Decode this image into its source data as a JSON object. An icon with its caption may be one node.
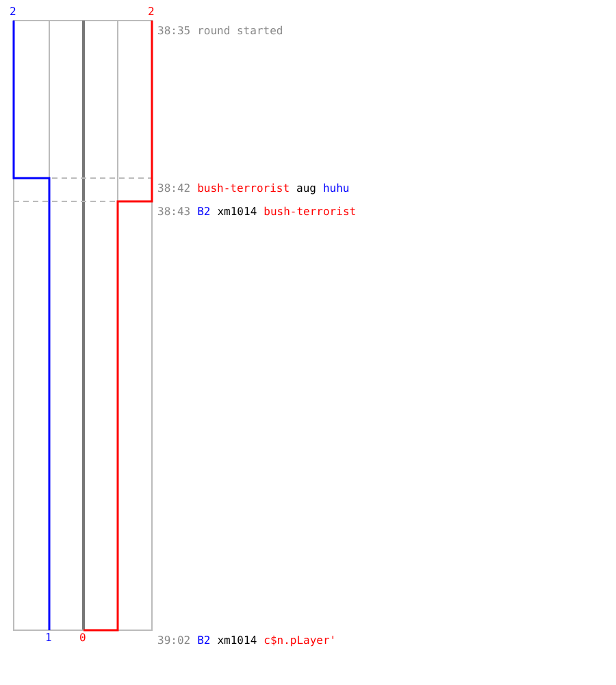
{
  "diagram": {
    "labels": [
      "2",
      "2",
      "38:35",
      "round started",
      "38:42",
      "bush-terrorist",
      "aug",
      "huhu",
      "38:43",
      "B2",
      "xm1014",
      "bush-terrorist",
      "1",
      "0",
      "39:02",
      "B2",
      "xm1014",
      "c$n.pLayer'"
    ]
  }
}
